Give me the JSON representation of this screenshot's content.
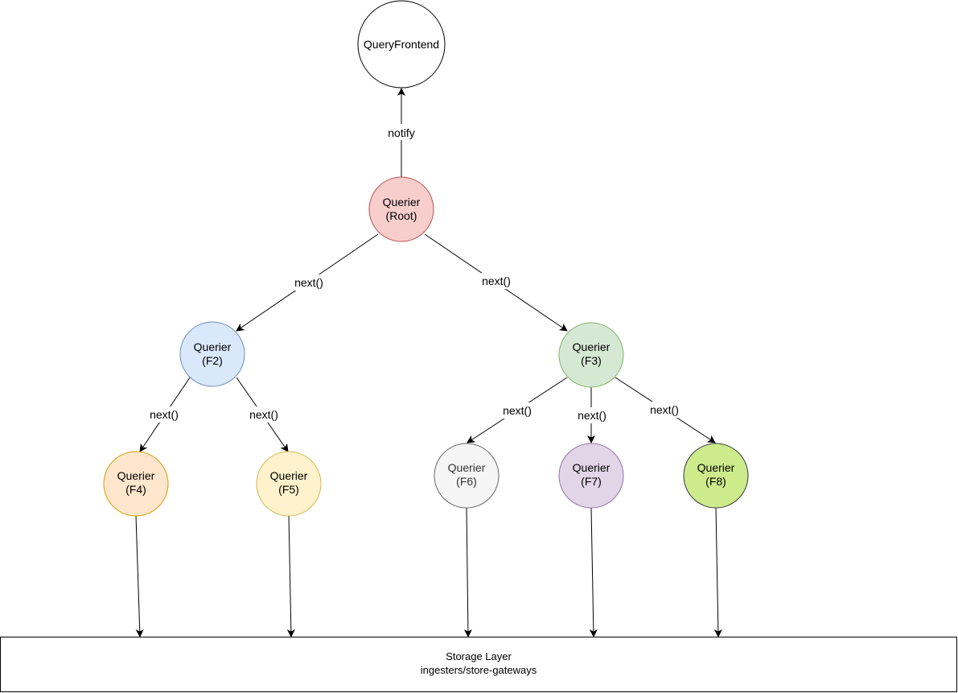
{
  "diagram": {
    "frontend": {
      "label": "QueryFrontend"
    },
    "nodes": {
      "root": {
        "line1": "Querier",
        "line2": "(Root)",
        "fill": "#f8cecc",
        "stroke": "#b85450"
      },
      "f2": {
        "line1": "Querier",
        "line2": "(F2)",
        "fill": "#dae8fc",
        "stroke": "#6c8ebf"
      },
      "f3": {
        "line1": "Querier",
        "line2": "(F3)",
        "fill": "#d5e8d4",
        "stroke": "#82b366"
      },
      "f4": {
        "line1": "Querier",
        "line2": "(F4)",
        "fill": "#ffe6cc",
        "stroke": "#d79b00"
      },
      "f5": {
        "line1": "Querier",
        "line2": "(F5)",
        "fill": "#fff2cc",
        "stroke": "#d6b656"
      },
      "f6": {
        "line1": "Querier",
        "line2": "(F6)",
        "fill": "#f5f5f5",
        "stroke": "#666666"
      },
      "f7": {
        "line1": "Querier",
        "line2": "(F7)",
        "fill": "#e1d5e7",
        "stroke": "#9673a6"
      },
      "f8": {
        "line1": "Querier",
        "line2": "(F8)",
        "fill": "#cdeb8b",
        "stroke": "#36393d"
      }
    },
    "edge_labels": {
      "root_to_frontend": "notify",
      "root_to_f2": "next()",
      "root_to_f3": "next()",
      "f2_to_f4": "next()",
      "f2_to_f5": "next()",
      "f3_to_f6": "next()",
      "f3_to_f7": "next()",
      "f3_to_f8": "next()"
    },
    "storage": {
      "line1": "Storage Layer",
      "line2": "ingesters/store-gateways"
    }
  }
}
